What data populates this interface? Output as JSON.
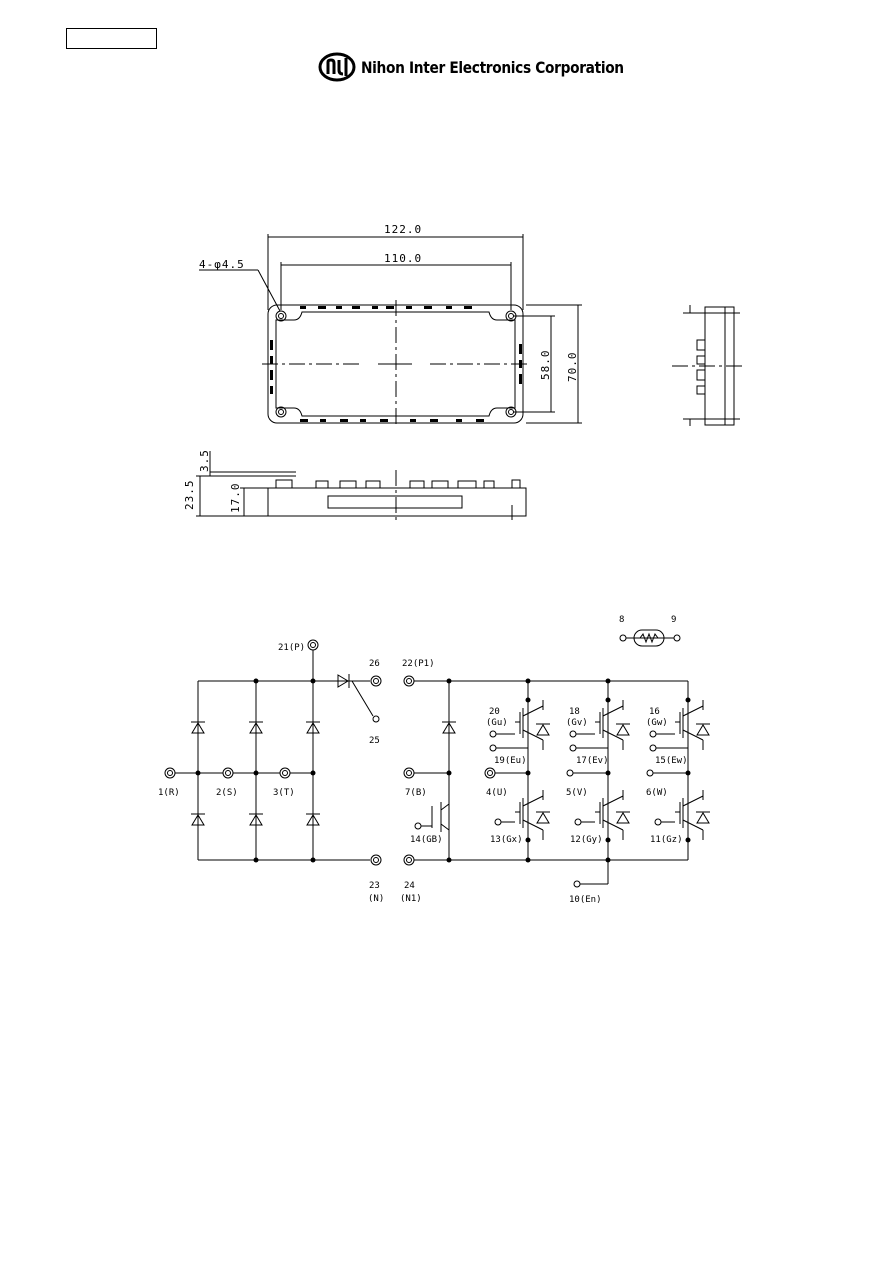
{
  "header": {
    "brand_name": "Nihon Inter Electronics Corporation",
    "part_number_box": ""
  },
  "outline": {
    "dim_overall_length": "122.0",
    "dim_hole_pitch_length": "110.0",
    "dim_mount_holes": "4-φ4.5",
    "dim_overall_width": "70.0",
    "dim_hole_pitch_width": "58.0",
    "dim_total_height": "23.5",
    "dim_body_height": "17.0",
    "dim_pin_height": "3.5"
  },
  "circuit": {
    "thermistor": {
      "pin_a": "8",
      "pin_b": "9"
    },
    "terminals": {
      "p": "21(P)",
      "brake_anode": "26",
      "brake_cathode": "25",
      "p1": "22(P1)",
      "r": "1(R)",
      "s": "2(S)",
      "t": "3(T)",
      "b": "7(B)",
      "u": "4(U)",
      "v": "5(V)",
      "w": "6(W)",
      "gb": "14(GB)",
      "n_num": "23",
      "n": "(N)",
      "n1_num": "24",
      "n1": "(N1)",
      "gu_num": "20",
      "gu": "(Gu)",
      "eu": "19(Eu)",
      "gv_num": "18",
      "gv": "(Gv)",
      "ev": "17(Ev)",
      "gw_num": "16",
      "gw": "(Gw)",
      "ew": "15(Ew)",
      "gx": "13(Gx)",
      "gy": "12(Gy)",
      "gz": "11(Gz)",
      "en": "10(En)"
    }
  }
}
